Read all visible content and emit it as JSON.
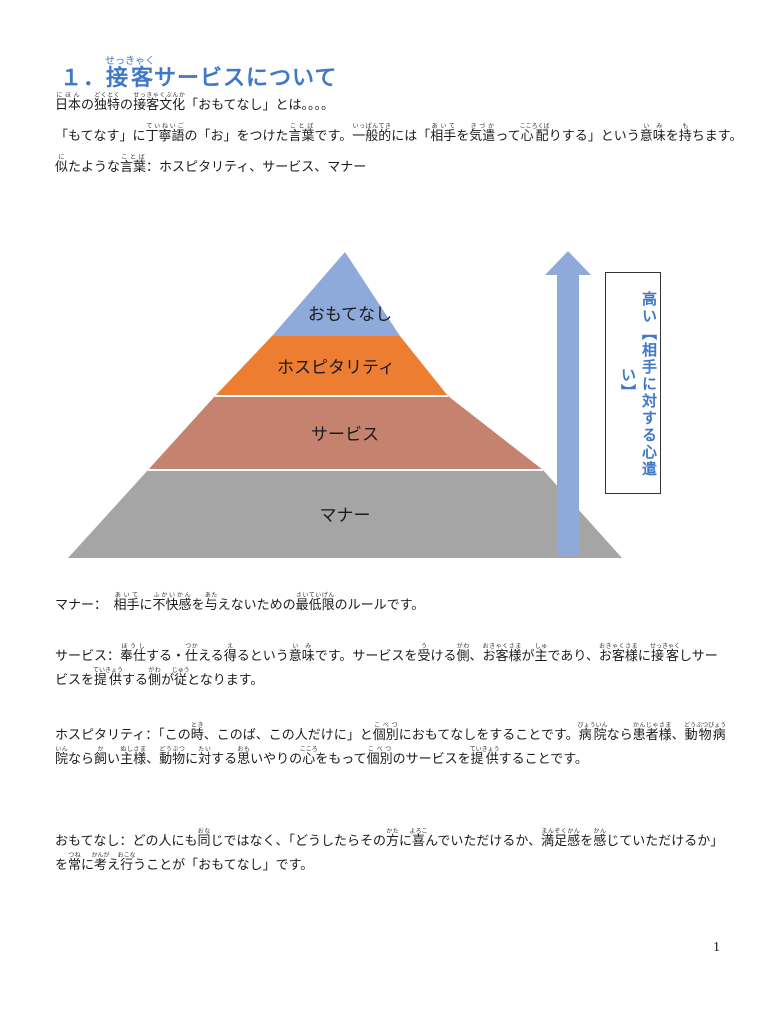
{
  "title": {
    "prefix": "１．",
    "kanji": "接客",
    "ruby": "せっきゃく",
    "rest": "サービスについて"
  },
  "intro": {
    "line1": [
      {
        "t": "日本",
        "r": "にほん"
      },
      {
        "t": "の"
      },
      {
        "t": "独特",
        "r": "どくとく"
      },
      {
        "t": "の"
      },
      {
        "t": "接客文化",
        "r": "せっきゃくぶんか"
      },
      {
        "t": "「おもてなし」とは。。。。"
      }
    ],
    "line2": [
      {
        "t": "「もてなす」に"
      },
      {
        "t": "丁寧語",
        "r": "ていねいご"
      },
      {
        "t": "の「お」をつけた"
      },
      {
        "t": "言葉",
        "r": "ことば"
      },
      {
        "t": "です。"
      },
      {
        "t": "一般的",
        "r": "いっぱんてき"
      },
      {
        "t": "には「"
      },
      {
        "t": "相手",
        "r": "あいて"
      },
      {
        "t": "を"
      },
      {
        "t": "気遣",
        "r": "きづか"
      },
      {
        "t": "って"
      },
      {
        "t": "心配",
        "r": "こころくば"
      },
      {
        "t": "りする」という"
      },
      {
        "t": "意味",
        "r": "いみ"
      },
      {
        "t": "を"
      },
      {
        "t": "持",
        "r": "も"
      },
      {
        "t": "ちます。"
      }
    ],
    "line3": [
      {
        "t": "似",
        "r": "に"
      },
      {
        "t": "たような"
      },
      {
        "t": "言葉",
        "r": "ことば"
      },
      {
        "t": "：ホスピタリティ、サービス、マナー"
      }
    ]
  },
  "pyramid": {
    "levels": [
      "おもてなし",
      "ホスピタリティ",
      "サービス",
      "マナー"
    ],
    "colors": [
      "#8eaadb",
      "#ed7d31",
      "#c5826f",
      "#a5a5a5"
    ],
    "arrow_color": "#8eaadb",
    "side_label": "高い【相手に対する心遣い】"
  },
  "defs": {
    "manner": [
      {
        "t": "マナー：　"
      },
      {
        "t": "相手",
        "r": "あいて"
      },
      {
        "t": "に"
      },
      {
        "t": "不快感",
        "r": "ふかいかん"
      },
      {
        "t": "を"
      },
      {
        "t": "与",
        "r": "あた"
      },
      {
        "t": "えないための"
      },
      {
        "t": "最低限",
        "r": "さいていげん"
      },
      {
        "t": "のルールです。"
      }
    ],
    "service": [
      {
        "t": "サービス："
      },
      {
        "t": "奉仕",
        "r": "ほうし"
      },
      {
        "t": "する・"
      },
      {
        "t": "仕",
        "r": "つか"
      },
      {
        "t": "える"
      },
      {
        "t": "得",
        "r": "え"
      },
      {
        "t": "るという"
      },
      {
        "t": "意味",
        "r": "いみ"
      },
      {
        "t": "です。サービスを"
      },
      {
        "t": "受",
        "r": "う"
      },
      {
        "t": "ける"
      },
      {
        "t": "側",
        "r": "がわ"
      },
      {
        "t": "、"
      },
      {
        "t": "お客様",
        "r": "おきゃくさま"
      },
      {
        "t": "が"
      },
      {
        "t": "主",
        "r": "しゅ"
      },
      {
        "t": "であり、"
      },
      {
        "t": "お客様",
        "r": "おきゃくさま"
      },
      {
        "t": "に"
      },
      {
        "t": "接客",
        "r": "せっきゃく"
      },
      {
        "t": "しサービスを"
      },
      {
        "t": "提供",
        "r": "ていきょう"
      },
      {
        "t": "する"
      },
      {
        "t": "側",
        "r": "がわ"
      },
      {
        "t": "が"
      },
      {
        "t": "従",
        "r": "じゅう"
      },
      {
        "t": "となります。"
      }
    ],
    "hospitality": [
      {
        "t": "ホスピタリティ：「この"
      },
      {
        "t": "時",
        "r": "とき"
      },
      {
        "t": "、このば、この人だけに」と"
      },
      {
        "t": "個別",
        "r": "こべつ"
      },
      {
        "t": "におもてなしをすることです。"
      },
      {
        "t": "病院",
        "r": "びょういん"
      },
      {
        "t": "なら"
      },
      {
        "t": "患者様",
        "r": "かんじゃさま"
      },
      {
        "t": "、"
      },
      {
        "t": "動物病院",
        "r": "どうぶつびょういん"
      },
      {
        "t": "なら"
      },
      {
        "t": "飼",
        "r": "か"
      },
      {
        "t": "い"
      },
      {
        "t": "主様",
        "r": "ぬしさま"
      },
      {
        "t": "、"
      },
      {
        "t": "動物",
        "r": "どうぶつ"
      },
      {
        "t": "に"
      },
      {
        "t": "対",
        "r": "たい"
      },
      {
        "t": "する"
      },
      {
        "t": "思",
        "r": "おも"
      },
      {
        "t": "いやりの"
      },
      {
        "t": "心",
        "r": "こころ"
      },
      {
        "t": "をもって"
      },
      {
        "t": "個別",
        "r": "こべつ"
      },
      {
        "t": "のサービスを"
      },
      {
        "t": "提供",
        "r": "ていきょう"
      },
      {
        "t": "することです。"
      }
    ],
    "omotenashi": [
      {
        "t": "おもてなし：どの人にも"
      },
      {
        "t": "同",
        "r": "おな"
      },
      {
        "t": "じではなく、「どうしたらその"
      },
      {
        "t": "方",
        "r": "かた"
      },
      {
        "t": "に"
      },
      {
        "t": "喜",
        "r": "よろこ"
      },
      {
        "t": "んでいただけるか、"
      },
      {
        "t": "満足感",
        "r": "まんぞくかん"
      },
      {
        "t": "を"
      },
      {
        "t": "感",
        "r": "かん"
      },
      {
        "t": "じていただけるか」を"
      },
      {
        "t": "常",
        "r": "つね"
      },
      {
        "t": "に"
      },
      {
        "t": "考",
        "r": "かんが"
      },
      {
        "t": "え"
      },
      {
        "t": "行",
        "r": "おこな"
      },
      {
        "t": "うことが「おもてなし」です。"
      }
    ]
  },
  "page_number": "1"
}
